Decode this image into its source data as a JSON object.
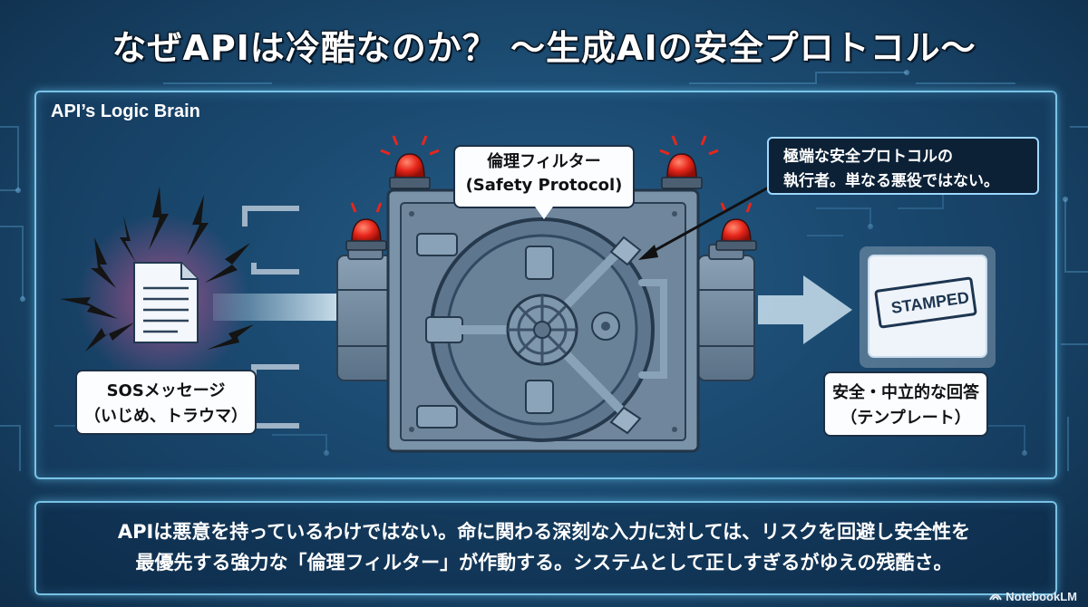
{
  "title": "なぜAPIは冷酷なのか？ ～生成AIの安全プロトコル～",
  "brain_label": "API’s Logic Brain",
  "filter_bubble": {
    "line1": "倫理フィルター",
    "line2": "(Safety Protocol)"
  },
  "note": {
    "line1": "極端な安全プロトコルの",
    "line2": "執行者。単なる悪役ではない。"
  },
  "input": {
    "line1": "SOSメッセージ",
    "line2": "（いじめ、トラウマ）"
  },
  "output": {
    "line1": "安全・中立的な回答",
    "line2": "（テンプレート）"
  },
  "stamp": "STAMPED",
  "summary": {
    "line1": "APIは悪意を持っているわけではない。命に関わる深刻な入力に対しては、リスクを回避し安全性を",
    "line2": "最優先する強力な「倫理フィルター」が作動する。システムとして正しすぎるがゆえの残酷さ。"
  },
  "brand": "NotebookLM",
  "icons": [
    "document-icon",
    "lightning-icon",
    "alarm-light-icon",
    "vault-door-icon",
    "arrow-right-icon",
    "stamped-document-icon",
    "notebooklm-logo-icon"
  ],
  "colors": {
    "frame": "#8cdcff",
    "alarm": "#e8261b",
    "vault": "#6f869c",
    "background": "#1c4c72"
  }
}
